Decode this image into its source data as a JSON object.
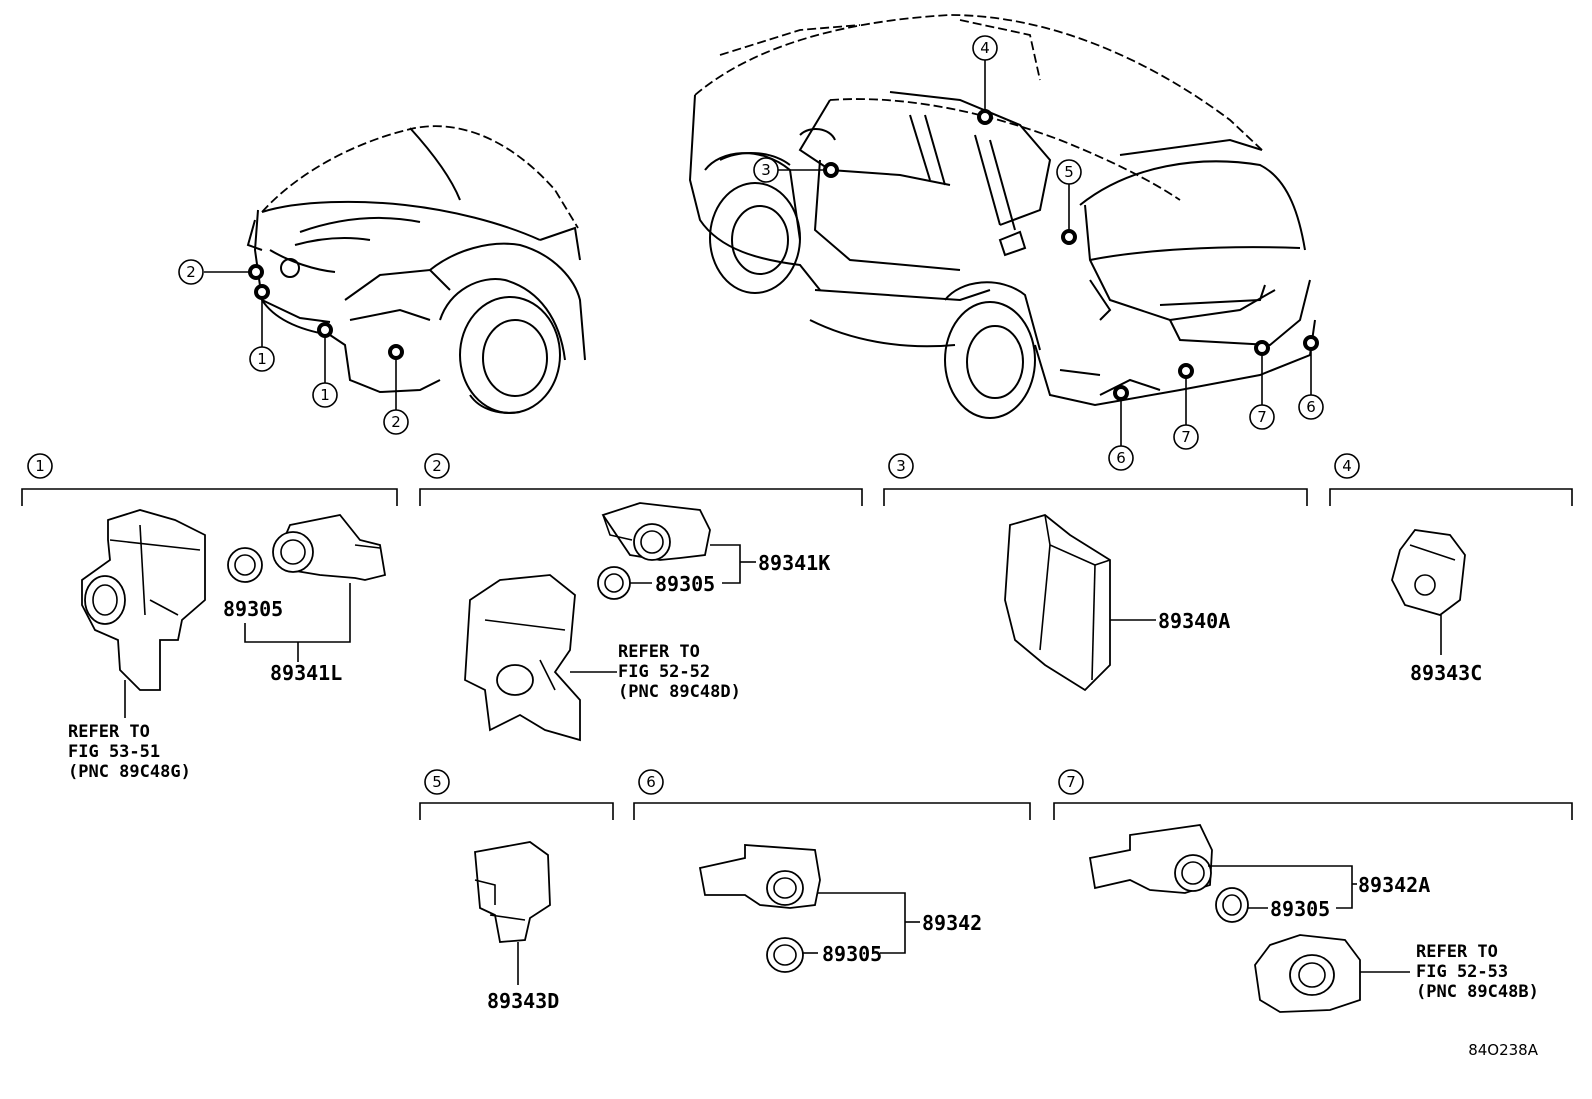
{
  "figure_id": "84O238A",
  "callout_numbers": [
    "1",
    "2",
    "3",
    "4",
    "5",
    "6",
    "7"
  ],
  "part_numbers": {
    "p1_bracket_sensor": "89341L",
    "p1_retainer": "89305",
    "p2_sensor": "89341K",
    "p2_retainer": "89305",
    "p3_ecu": "89340A",
    "p4_sensor": "89343C",
    "p5_sensor": "89343D",
    "p6_sensor": "89342",
    "p6_retainer": "89305",
    "p7_sensor": "89342A",
    "p7_retainer": "89305"
  },
  "refer_notes": {
    "ref1": {
      "line1": "REFER TO",
      "line2": "FIG 53-51",
      "line3": "(PNC 89C48G)"
    },
    "ref2": {
      "line1": "REFER TO",
      "line2": "FIG 52-52",
      "line3": "(PNC 89C48D)"
    },
    "ref3": {
      "line1": "REFER TO",
      "line2": "FIG 52-53",
      "line3": "(PNC 89C48B)"
    }
  }
}
